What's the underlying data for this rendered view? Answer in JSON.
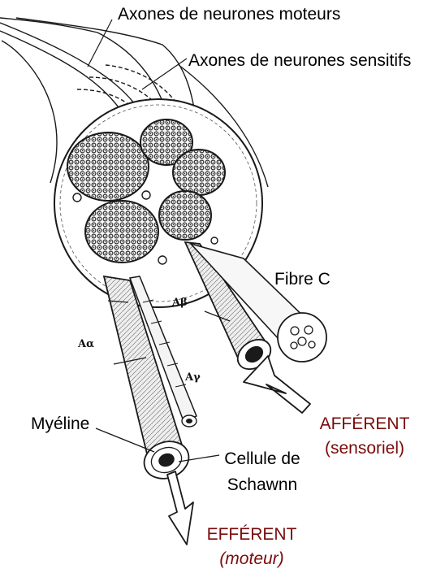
{
  "labels": {
    "axones_moteurs": "Axones de neurones moteurs",
    "axones_sensitifs": "Axones de neurones sensitifs",
    "fibre_c": "Fibre C",
    "a_alpha": "Aα",
    "a_beta": "Aβ",
    "a_gamma": "Aγ",
    "myeline": "Myéline",
    "cellule_schwann_line1": "Cellule de",
    "cellule_schwann_line2": "Schawnn",
    "afferent": "AFFÉRENT",
    "afferent_sub": "(sensoriel)",
    "efferent": "EFFÉRENT",
    "efferent_sub": "(moteur)"
  },
  "colors": {
    "label_text": "#000000",
    "direction_text": "#7a0a0a",
    "ink": "#1a1a1a"
  }
}
